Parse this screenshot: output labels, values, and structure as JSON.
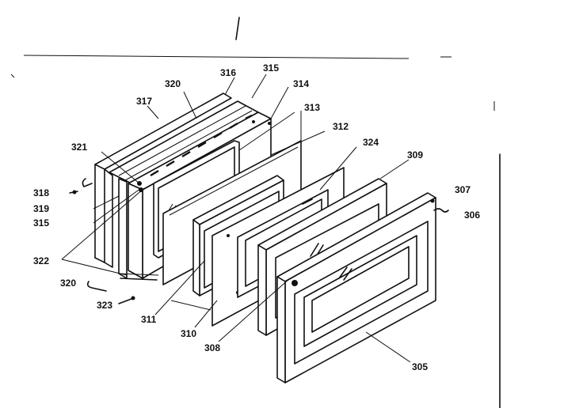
{
  "diagram": {
    "part_labels": [
      {
        "id": "316",
        "text": "316"
      },
      {
        "id": "315a",
        "text": "315"
      },
      {
        "id": "320a",
        "text": "320"
      },
      {
        "id": "314",
        "text": "314"
      },
      {
        "id": "317",
        "text": "317"
      },
      {
        "id": "313",
        "text": "313"
      },
      {
        "id": "312",
        "text": "312"
      },
      {
        "id": "321",
        "text": "321"
      },
      {
        "id": "324",
        "text": "324"
      },
      {
        "id": "309",
        "text": "309"
      },
      {
        "id": "318",
        "text": "318"
      },
      {
        "id": "307",
        "text": "307"
      },
      {
        "id": "306",
        "text": "306"
      },
      {
        "id": "319",
        "text": "319"
      },
      {
        "id": "315b",
        "text": "315"
      },
      {
        "id": "322",
        "text": "322"
      },
      {
        "id": "320b",
        "text": "320"
      },
      {
        "id": "323",
        "text": "323"
      },
      {
        "id": "311",
        "text": "311"
      },
      {
        "id": "310",
        "text": "310"
      },
      {
        "id": "308",
        "text": "308"
      },
      {
        "id": "305",
        "text": "305"
      }
    ]
  }
}
